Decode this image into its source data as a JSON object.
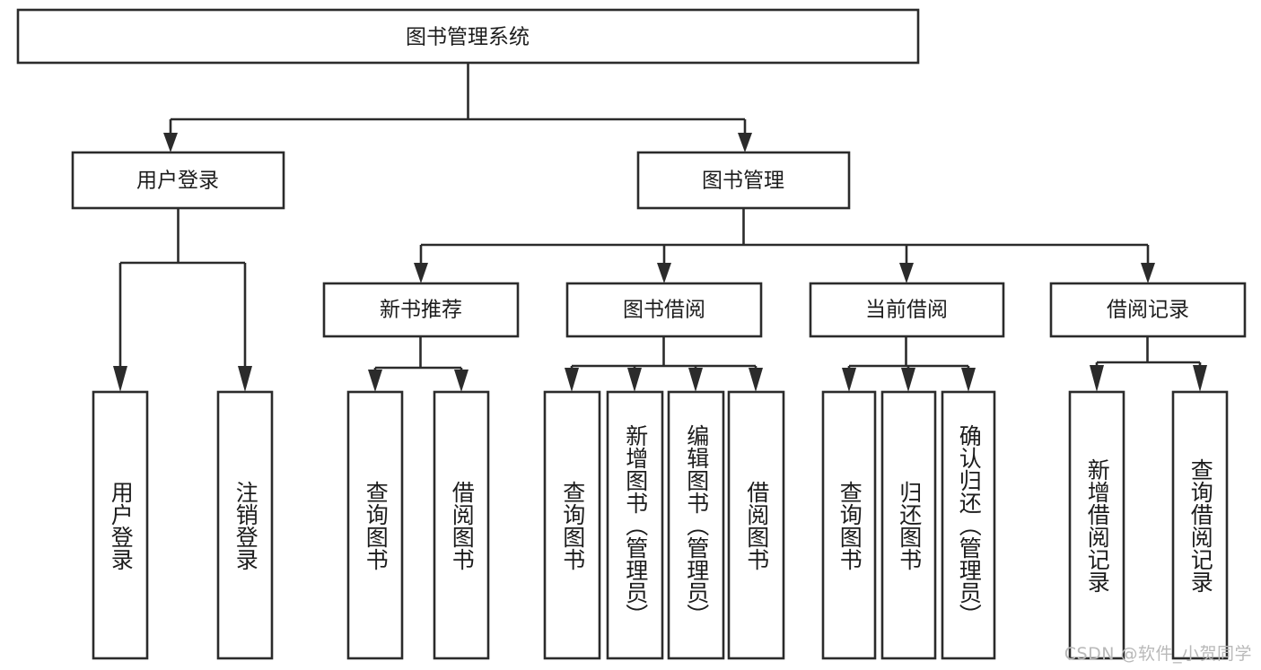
{
  "diagram": {
    "title": "图书管理系统",
    "type": "hierarchy-tree",
    "root": {
      "id": "root",
      "label": "图书管理系统"
    },
    "level2": [
      {
        "id": "user-login",
        "label": "用户登录"
      },
      {
        "id": "book-manage",
        "label": "图书管理"
      }
    ],
    "level3": [
      {
        "id": "new-book-recommend",
        "label": "新书推荐",
        "parent": "book-manage"
      },
      {
        "id": "book-borrow",
        "label": "图书借阅",
        "parent": "book-manage"
      },
      {
        "id": "current-borrow",
        "label": "当前借阅",
        "parent": "book-manage"
      },
      {
        "id": "borrow-record",
        "label": "借阅记录",
        "parent": "book-manage"
      }
    ],
    "leaves": [
      {
        "id": "leaf-user-login",
        "label": "用户登录",
        "parent": "user-login"
      },
      {
        "id": "leaf-logout-login",
        "label": "注销登录",
        "parent": "user-login"
      },
      {
        "id": "leaf-query-book-1",
        "label": "查询图书",
        "parent": "new-book-recommend"
      },
      {
        "id": "leaf-borrow-book-1",
        "label": "借阅图书",
        "parent": "new-book-recommend"
      },
      {
        "id": "leaf-query-book-2",
        "label": "查询图书",
        "parent": "book-borrow"
      },
      {
        "id": "leaf-add-book",
        "label": "新增图书（管理员）",
        "parent": "book-borrow"
      },
      {
        "id": "leaf-edit-book",
        "label": "编辑图书（管理员）",
        "parent": "book-borrow"
      },
      {
        "id": "leaf-borrow-book-2",
        "label": "借阅图书",
        "parent": "book-borrow"
      },
      {
        "id": "leaf-query-book-3",
        "label": "查询图书",
        "parent": "current-borrow"
      },
      {
        "id": "leaf-return-book",
        "label": "归还图书",
        "parent": "current-borrow"
      },
      {
        "id": "leaf-confirm-return",
        "label": "确认归还（管理员）",
        "parent": "current-borrow"
      },
      {
        "id": "leaf-add-record",
        "label": "新增借阅记录",
        "parent": "borrow-record"
      },
      {
        "id": "leaf-query-record",
        "label": "查询借阅记录",
        "parent": "borrow-record"
      }
    ],
    "colors": {
      "stroke": "#2b2b2b",
      "fill": "#ffffff",
      "text": "#1c1c1c",
      "watermark": "#b9b9b9"
    }
  },
  "watermark": {
    "text": "CSDN @软件_小贺同学"
  }
}
